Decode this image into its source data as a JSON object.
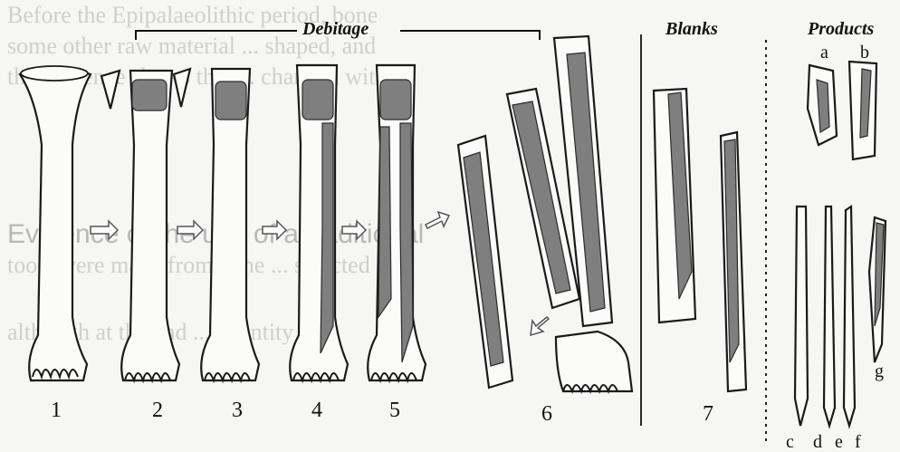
{
  "headers": {
    "debitage": "Debitage",
    "blanks": "Blanks",
    "products": "Products"
  },
  "stages": [
    "1",
    "2",
    "3",
    "4",
    "5",
    "6",
    "7"
  ],
  "product_letters": {
    "top": [
      "a",
      "b"
    ],
    "bottom": [
      "c",
      "d",
      "e",
      "f"
    ],
    "side": "g"
  },
  "background_text": [
    "Before the Epipalaeolithic period, bone",
    "some other raw material ... shaped, and",
    "the evidence shows that ... changed with",
    "Evidence of the use of a traditional",
    "tools were made from bone ... selected",
    "although at the end ... quantity then"
  ]
}
